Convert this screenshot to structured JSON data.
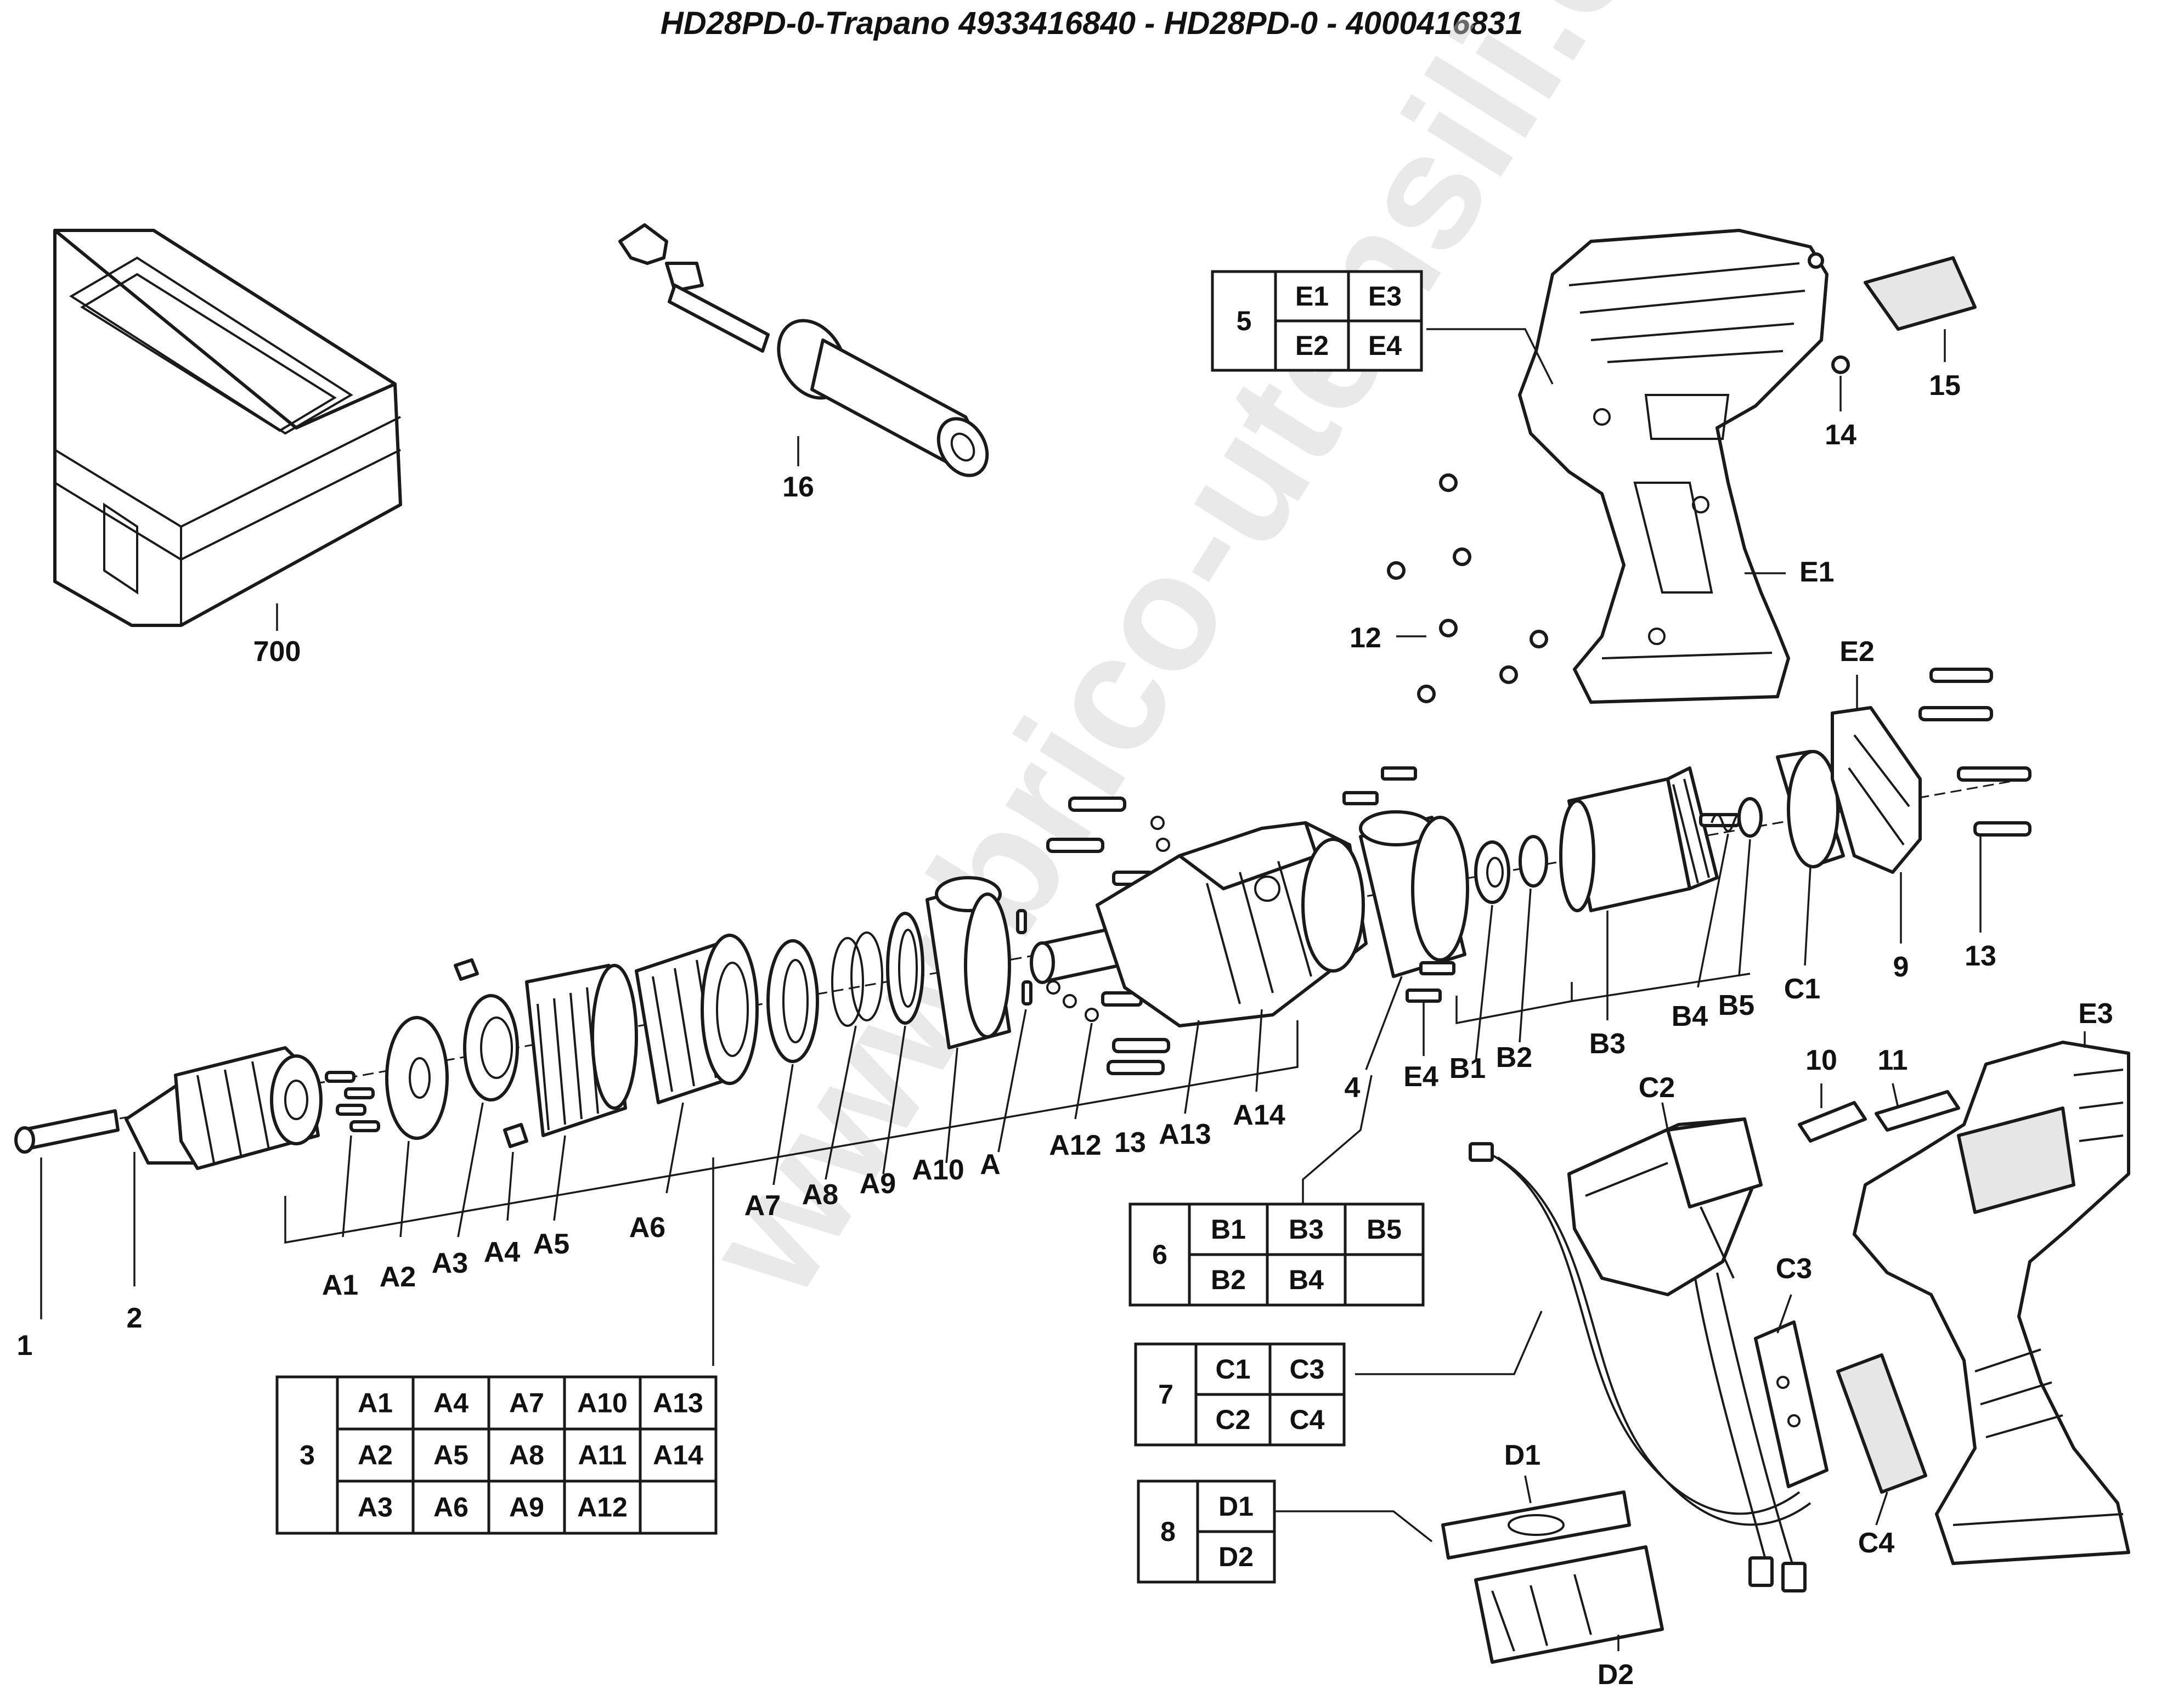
{
  "title": "HD28PD-0-Trapano 4933416840 - HD28PD-0 - 4000416831",
  "watermark": "www.brico-utensili.com",
  "part_labels": {
    "p1": "1",
    "p2": "2",
    "p4": "4",
    "p9": "9",
    "p10": "10",
    "p11": "11",
    "p12": "12",
    "p13a": "13",
    "p13b": "13",
    "p14": "14",
    "p15": "15",
    "p16": "16",
    "p700": "700",
    "A": "A",
    "A1": "A1",
    "A2": "A2",
    "A3": "A3",
    "A4": "A4",
    "A5": "A5",
    "A6": "A6",
    "A7": "A7",
    "A8": "A8",
    "A9": "A9",
    "A10": "A10",
    "A12": "A12",
    "A13": "A13",
    "A14": "A14",
    "B1": "B1",
    "B2": "B2",
    "B3": "B3",
    "B4": "B4",
    "B5": "B5",
    "C1": "C1",
    "C2": "C2",
    "C3": "C3",
    "C4": "C4",
    "D1": "D1",
    "D2": "D2",
    "E1": "E1",
    "E2": "E2",
    "E3": "E3",
    "E4": "E4"
  },
  "kits": {
    "k3": {
      "id": "3",
      "rows": [
        [
          "A1",
          "A4",
          "A7",
          "A10",
          "A13"
        ],
        [
          "A2",
          "A5",
          "A8",
          "A11",
          "A14"
        ],
        [
          "A3",
          "A6",
          "A9",
          "A12",
          ""
        ]
      ]
    },
    "k5": {
      "id": "5",
      "rows": [
        [
          "E1",
          "E3"
        ],
        [
          "E2",
          "E4"
        ]
      ]
    },
    "k6": {
      "id": "6",
      "rows": [
        [
          "B1",
          "B3",
          "B5"
        ],
        [
          "B2",
          "B4",
          ""
        ]
      ]
    },
    "k7": {
      "id": "7",
      "rows": [
        [
          "C1",
          "C3"
        ],
        [
          "C2",
          "C4"
        ]
      ]
    },
    "k8": {
      "id": "8",
      "rows": [
        [
          "D1"
        ],
        [
          "D2"
        ]
      ]
    }
  }
}
